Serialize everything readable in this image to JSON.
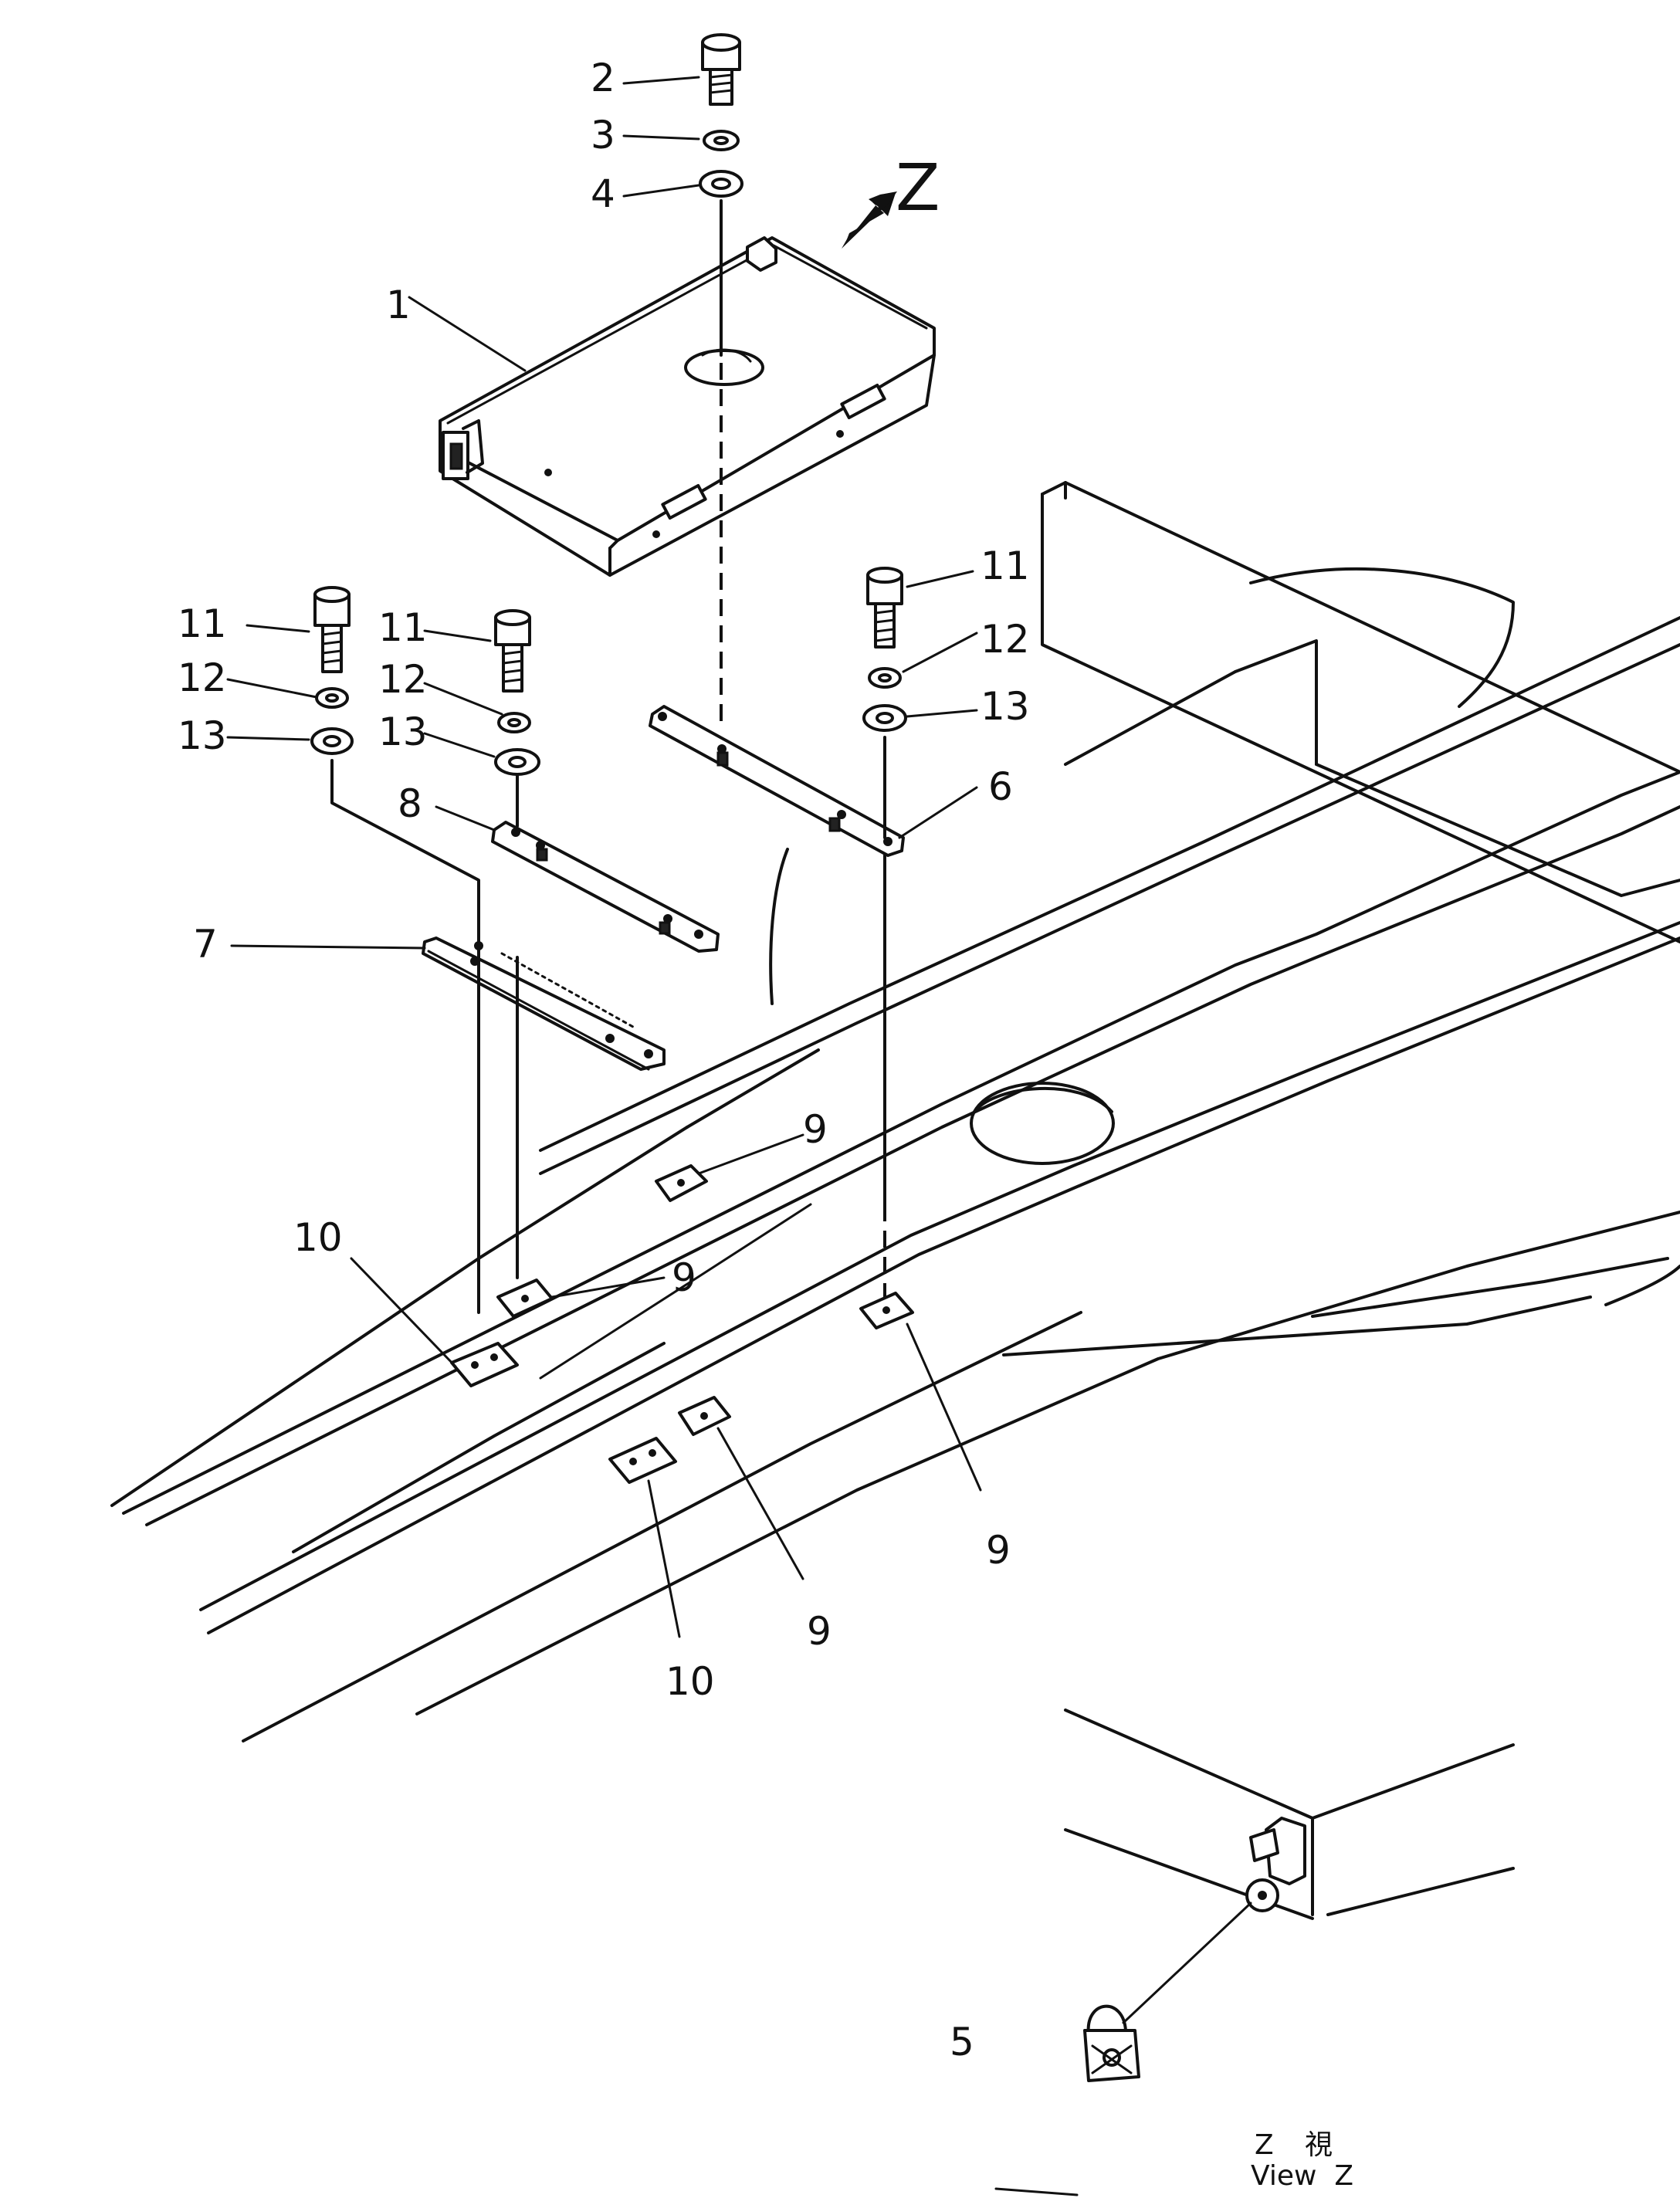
{
  "callouts": {
    "c1": "1",
    "c2": "2",
    "c3": "3",
    "c4": "4",
    "c5": "5",
    "c6": "6",
    "c7": "7",
    "c8": "8",
    "c9a": "9",
    "c9b": "9",
    "c9c": "9",
    "c9d": "9",
    "c10a": "10",
    "c10b": "10",
    "c11a": "11",
    "c11b": "11",
    "c11c": "11",
    "c12a": "12",
    "c12b": "12",
    "c12c": "12",
    "c13a": "13",
    "c13b": "13",
    "c13c": "13"
  },
  "view_marker": "Z",
  "view_caption": {
    "line1_letter": "Z",
    "line1_kanji": "視",
    "line2": "View  Z"
  },
  "colors": {
    "ink": "#111111",
    "paper": "#ffffff"
  }
}
